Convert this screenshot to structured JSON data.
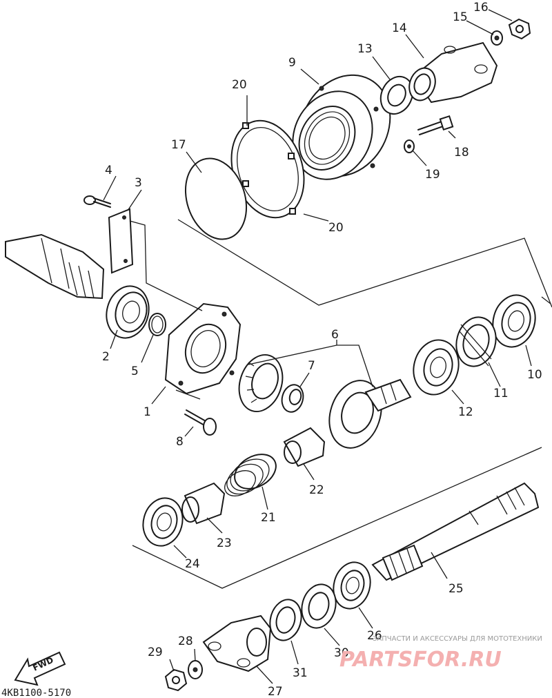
{
  "diagram": {
    "part_code": "4KB1100-5170",
    "direction_label": "FWD",
    "callouts": {
      "c1": "1",
      "c2": "2",
      "c3": "3",
      "c4": "4",
      "c5": "5",
      "c6": "6",
      "c7": "7",
      "c8": "8",
      "c9": "9",
      "c10": "10",
      "c11": "11",
      "c12": "12",
      "c13": "13",
      "c14": "14",
      "c15": "15",
      "c16": "16",
      "c17": "17",
      "c18": "18",
      "c19": "19",
      "c20a": "20",
      "c20b": "20",
      "c21": "21",
      "c22": "22",
      "c23": "23",
      "c24": "24",
      "c25": "25",
      "c26": "26",
      "c27": "27",
      "c28": "28",
      "c29": "29",
      "c30": "30",
      "c31": "31"
    }
  },
  "watermark": {
    "tagline": "ЗАПЧАСТИ И АКСЕССУАРЫ ДЛЯ МОТОТЕХНИКИ",
    "brand": "PARTSFOR.RU"
  }
}
